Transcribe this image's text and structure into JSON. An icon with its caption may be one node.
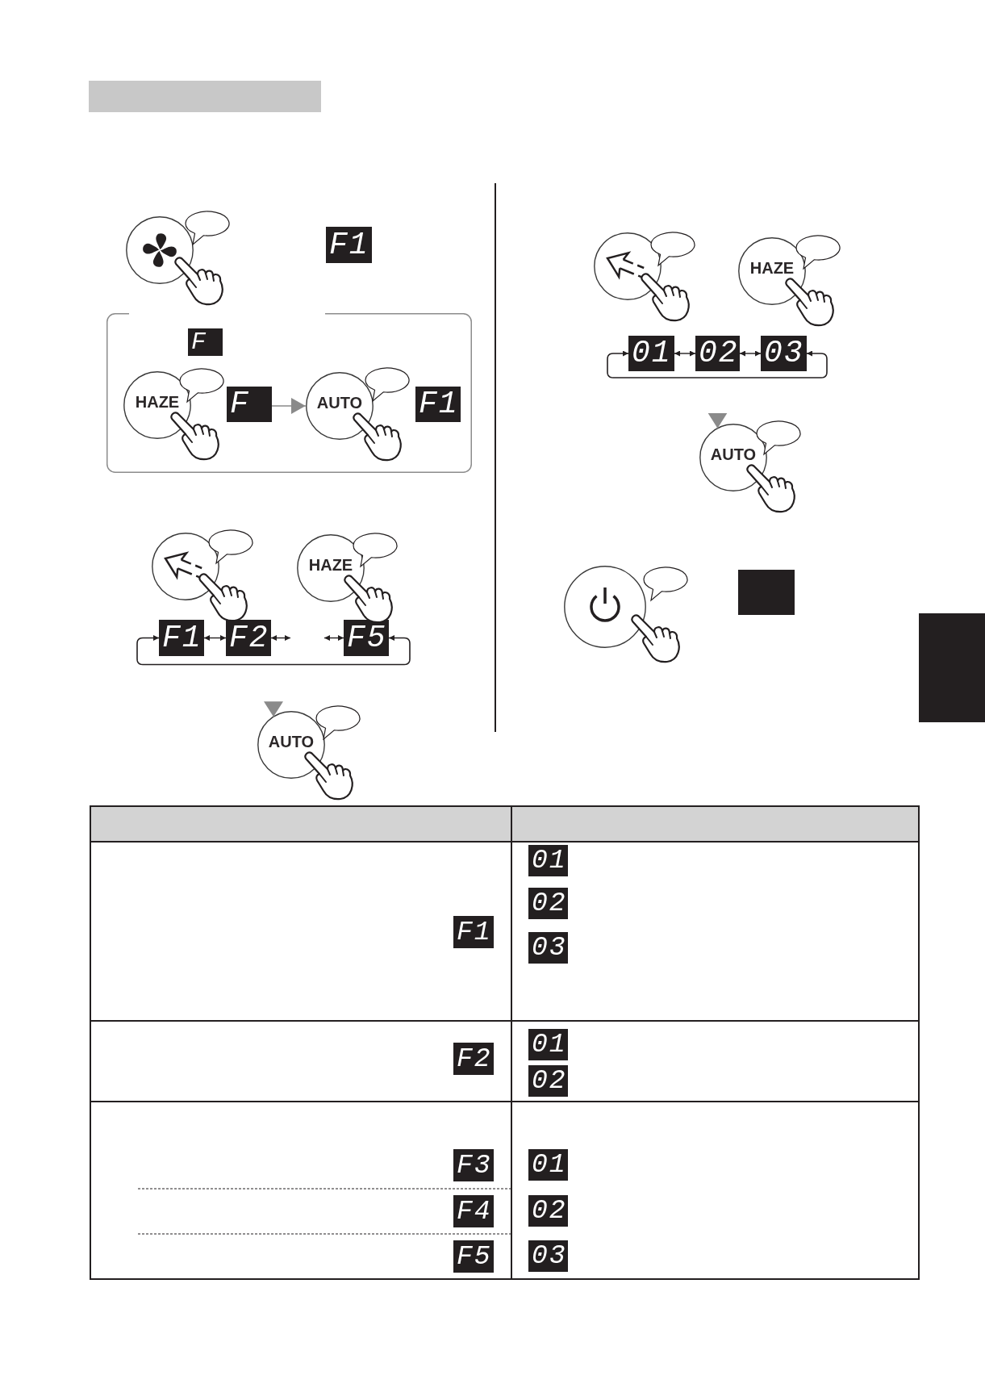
{
  "diagram": {
    "nodes": [
      {
        "text": [],
        "shape": "bar"
      },
      {
        "text": [],
        "shape": "circle"
      },
      {
        "text": [
          "F1"
        ]
      },
      {
        "text": [],
        "shape": "box"
      },
      {
        "text": [
          "F"
        ],
        "in": 3
      },
      {
        "text": [
          "HAZE"
        ],
        "in": 3
      },
      {
        "text": [
          "F"
        ],
        "in": 3
      },
      {
        "text": [
          "AUTO"
        ],
        "in": 3
      },
      {
        "text": [
          "F1"
        ],
        "in": 3
      },
      {
        "text": [],
        "shape": "circle"
      },
      {
        "text": [
          "HAZE"
        ]
      },
      {
        "text": [
          "F1"
        ]
      },
      {
        "text": [
          "F2"
        ]
      },
      {
        "text": [
          "F5"
        ]
      },
      {
        "text": [
          "AUTO"
        ]
      },
      {
        "text": [],
        "shape": "circle"
      },
      {
        "text": [
          "HAZE"
        ]
      },
      {
        "text": [
          "01"
        ]
      },
      {
        "text": [
          "02"
        ]
      },
      {
        "text": [
          "03"
        ]
      },
      {
        "text": [
          "AUTO"
        ]
      },
      {
        "text": [],
        "shape": "circle"
      },
      {
        "text": [],
        "shape": "box"
      },
      {
        "text": [],
        "shape": "bar"
      },
      {
        "text": [],
        "shape": "box"
      },
      {
        "text": [],
        "shape": "box"
      },
      {
        "text": [],
        "shape": "box"
      },
      {
        "text": [
          "F1"
        ],
        "in": 26
      },
      {
        "text": [],
        "shape": "box"
      },
      {
        "text": [
          "01"
        ],
        "in": 28
      },
      {
        "text": [
          "02"
        ],
        "in": 28
      },
      {
        "text": [
          "03"
        ],
        "in": 28
      },
      {
        "text": [],
        "shape": "box"
      },
      {
        "text": [
          "F2"
        ],
        "in": 32
      },
      {
        "text": [],
        "shape": "box"
      },
      {
        "text": [
          "01"
        ],
        "in": 34
      },
      {
        "text": [
          "02"
        ],
        "in": 34
      },
      {
        "text": [],
        "shape": "box"
      },
      {
        "text": [
          "F3"
        ],
        "in": 37
      },
      {
        "text": [
          "F4"
        ],
        "in": 37
      },
      {
        "text": [
          "F5"
        ],
        "in": 37
      },
      {
        "text": [],
        "shape": "box"
      },
      {
        "text": [
          "01"
        ],
        "in": 41
      },
      {
        "text": [
          "02"
        ],
        "in": 41
      },
      {
        "text": [
          "03"
        ],
        "in": 41
      }
    ],
    "edges": [
      {
        "from": 6,
        "to": 7,
        "arrow": "to",
        "color": "#8a8a8a"
      },
      {
        "from": 11,
        "to": 12,
        "arrow": "both"
      },
      {
        "from": 12,
        "to": null,
        "arrow": "both"
      },
      {
        "from": null,
        "to": 13,
        "arrow": "both"
      },
      {
        "from": 13,
        "to": 11,
        "arrow": "both"
      },
      {
        "from": null,
        "to": 14,
        "arrow": "to",
        "color": "#8a8a8a"
      },
      {
        "from": 17,
        "to": 18,
        "arrow": "both"
      },
      {
        "from": 18,
        "to": 19,
        "arrow": "both"
      },
      {
        "from": 19,
        "to": 17,
        "arrow": "both"
      },
      {
        "from": null,
        "to": 20,
        "arrow": "to",
        "color": "#8a8a8a"
      }
    ]
  }
}
